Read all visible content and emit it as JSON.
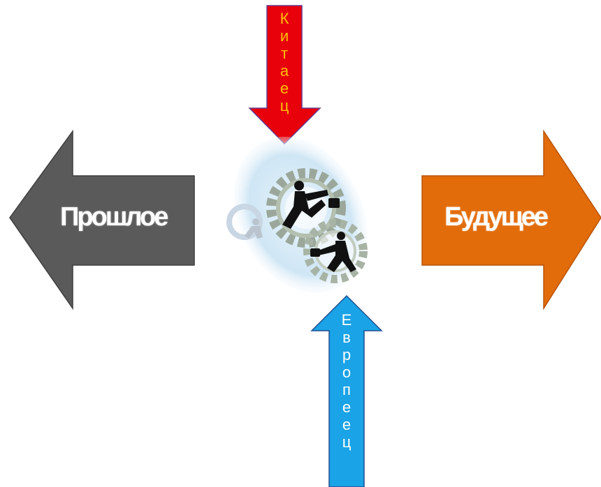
{
  "diagram": {
    "left_arrow": {
      "label": "Прошлое",
      "color": "#5a5a5a"
    },
    "right_arrow": {
      "label": "Будущее",
      "color": "#e26b0a"
    },
    "top_arrow": {
      "letters": [
        "К",
        "и",
        "т",
        "а",
        "е",
        "ц"
      ],
      "color": "#e8000b",
      "text_color": "#ffc000"
    },
    "bottom_arrow": {
      "letters": [
        "Е",
        "в",
        "р",
        "о",
        "п",
        "е",
        "е",
        "ц"
      ],
      "color": "#1aa3e6",
      "text_color": "#ffffff"
    },
    "center_image": {
      "icon": "businessmen-on-gears-icon"
    }
  }
}
